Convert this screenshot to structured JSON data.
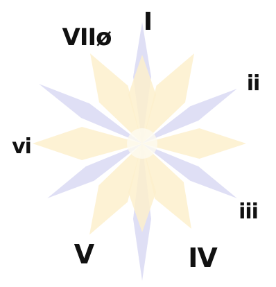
{
  "colors": {
    "background": "#ffffff",
    "yellow_petal": "#fdf0cc",
    "lavender_petal": "#dcdcf4",
    "center_glow": "#fdfaf0",
    "ink": "#111111"
  },
  "degrees": [
    {
      "name": "degree-label-I",
      "label": "I"
    },
    {
      "name": "degree-label-ii",
      "label": "ii"
    },
    {
      "name": "degree-label-iii",
      "label": "iii"
    },
    {
      "name": "degree-label-IV",
      "label": "IV"
    },
    {
      "name": "degree-label-V",
      "label": "V"
    },
    {
      "name": "degree-label-vi",
      "label": "vi"
    },
    {
      "name": "degree-label-VII-half-diminished",
      "label": "VIIø"
    }
  ]
}
